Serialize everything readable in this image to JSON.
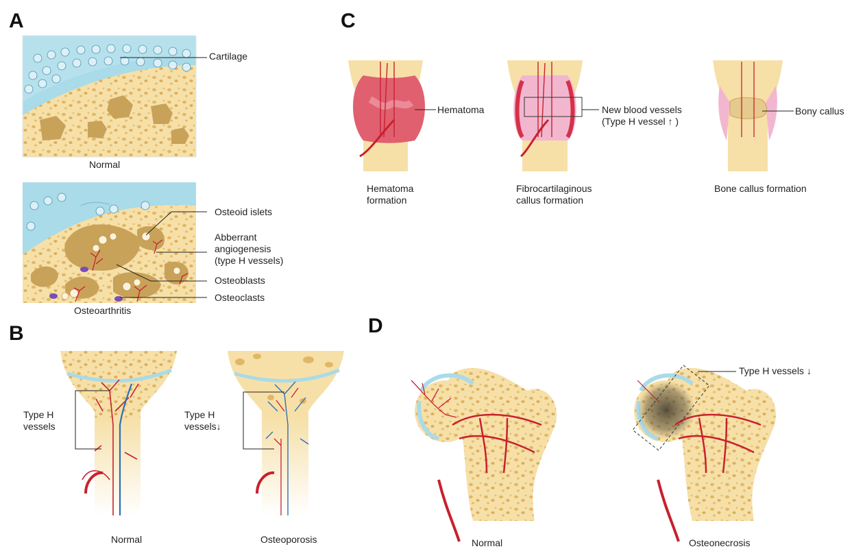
{
  "panels": {
    "a": {
      "letter": "A",
      "cartilage_label": "Cartilage",
      "normal_caption": "Normal",
      "osteoid_label": "Osteoid islets",
      "angio_label_1": "Abberrant",
      "angio_label_2": "angiogenesis",
      "angio_label_3": "(type H vessels)",
      "osteoblasts_label": "Osteoblasts",
      "osteoclasts_label": "Osteoclasts",
      "oa_caption": "Osteoarthritis"
    },
    "b": {
      "letter": "B",
      "typeh_label_1": "Type H",
      "typeh_label_2": "vessels",
      "typeh_down_1": "Type H",
      "typeh_down_2": "vessels↓",
      "normal_caption": "Normal",
      "osteoporosis_caption": "Osteoporosis"
    },
    "c": {
      "letter": "C",
      "hematoma_label": "Hematoma",
      "newvessels_label_1": "New blood vessels",
      "newvessels_label_2": "(Type H vessel ↑ )",
      "bony_callus_label": "Bony callus",
      "caption_1a": "Hematoma",
      "caption_1b": "formation",
      "caption_2a": "Fibrocartilaginous",
      "caption_2b": "callus formation",
      "caption_3": "Bone callus formation"
    },
    "d": {
      "letter": "D",
      "typeh_label": "Type H vessels ↓",
      "normal_caption": "Normal",
      "osteonecrosis_caption": "Osteonecrosis"
    }
  },
  "colors": {
    "cartilage": "#a9dbe8",
    "bone": "#f4dca0",
    "marrow": "#c9a25a",
    "vessel_red": "#c8202e",
    "vessel_blue": "#2f6fb4",
    "hematoma": "#e06070",
    "callus_pink": "#f2b7cf"
  }
}
